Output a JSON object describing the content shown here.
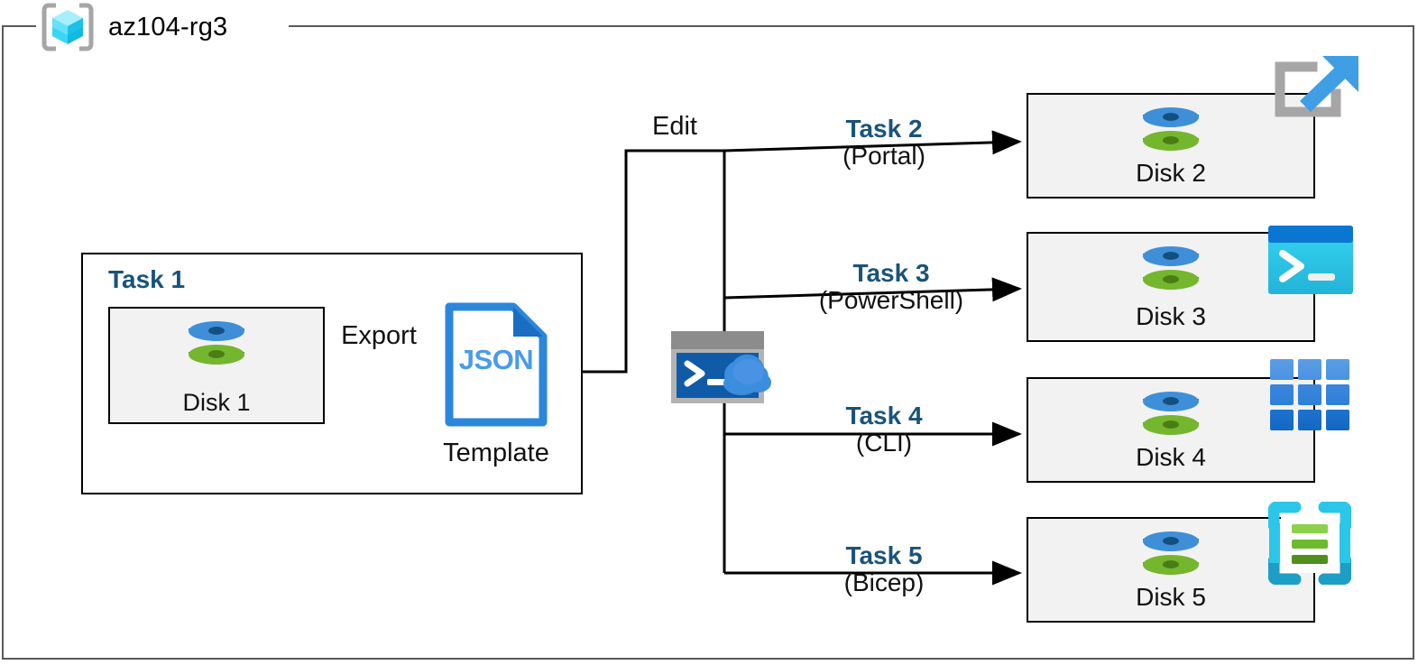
{
  "diagram": {
    "type": "azure-architecture-diagram",
    "resource_group": {
      "name": "az104-rg3",
      "icon": "resource-group-cube-icon"
    },
    "task1": {
      "label": "Task 1",
      "source_disk": "Disk 1",
      "export_label": "Export",
      "template_icon_text": "JSON",
      "template_label": "Template"
    },
    "edit_label": "Edit",
    "cloud_shell_icon": "cloud-shell-icon",
    "branches": [
      {
        "task": "Task 2",
        "method": "(Portal)",
        "target": "Disk 2",
        "icon": "azure-portal-icon"
      },
      {
        "task": "Task 3",
        "method": "(PowerShell)",
        "target": "Disk 3",
        "icon": "powershell-icon"
      },
      {
        "task": "Task 4",
        "method": "(CLI)",
        "target": "Disk 4",
        "icon": "azure-cli-icon"
      },
      {
        "task": "Task 5",
        "method": "(Bicep)",
        "target": "Disk 5",
        "icon": "bicep-icon"
      }
    ],
    "colors": {
      "task_label_blue": "#19537a",
      "json_blue": "#2b87db",
      "disk_top_blue": "#3f8fd8",
      "disk_top_green": "#74b62e",
      "box_fill": "#f2f2f2",
      "frame_gray": "#595959",
      "portal_gray": "#a6a6a6",
      "portal_arrow_blue": "#3f9ee4",
      "powershell_cyan": "#2fc8ea",
      "powershell_header": "#0a76d1",
      "cli_blue": "#2c7fd4",
      "bicep_cyan": "#2bc6e8",
      "bicep_green": "#77bc3c"
    }
  }
}
